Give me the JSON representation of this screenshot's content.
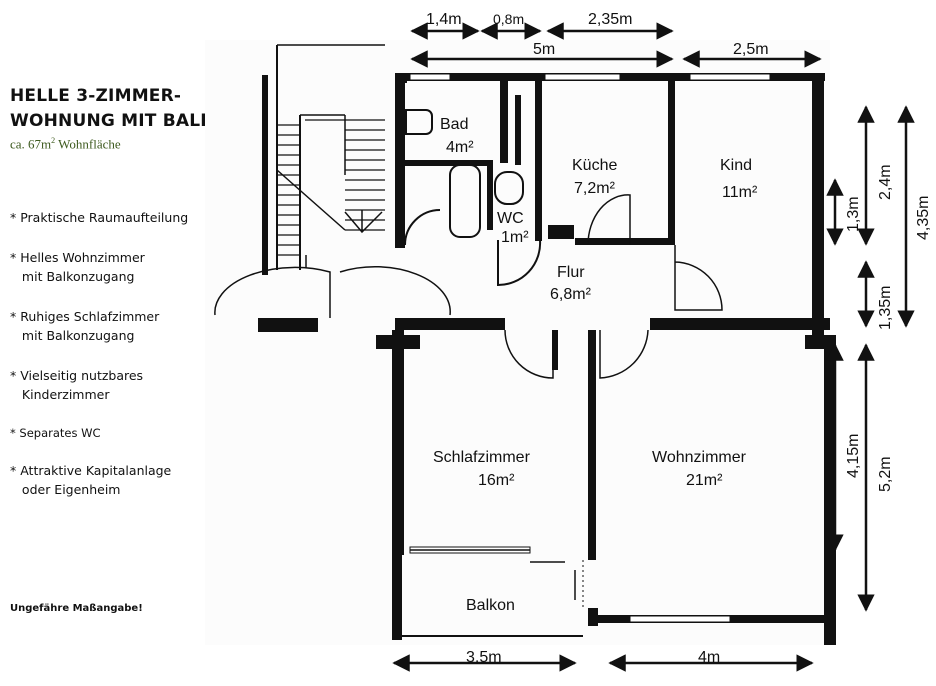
{
  "heading": {
    "line1": "HELLE 3-ZIMMER-",
    "line2": "WOHNUNG MIT BALKON",
    "area_prefix": "ca. 67m",
    "area_sup": "2",
    "area_suffix": " Wohnfläche"
  },
  "features": [
    "* Praktische Raumaufteilung",
    "* Helles Wohnzimmer\n   mit Balkonzugang",
    "* Ruhiges Schlafzimmer\n   mit Balkonzugang",
    "* Vielseitig nutzbares\n   Kinderzimmer",
    "* Separates WC",
    "* Attraktive Kapitalanlage\n   oder Eigenheim"
  ],
  "footnote": "Ungefähre Maßangabe!",
  "rooms": {
    "bad": {
      "name": "Bad",
      "area": "4m²"
    },
    "kueche": {
      "name": "Küche",
      "area": "7,2m²"
    },
    "kind": {
      "name": "Kind",
      "area": "11m²"
    },
    "wc": {
      "name": "WC",
      "area": "1m²"
    },
    "flur": {
      "name": "Flur",
      "area": "6,8m²"
    },
    "schlafzimmer": {
      "name": "Schlafzimmer",
      "area": "16m²"
    },
    "wohnzimmer": {
      "name": "Wohnzimmer",
      "area": "21m²"
    },
    "balkon": {
      "name": "Balkon"
    }
  },
  "dimensions": {
    "top_1": "1,4m",
    "top_2": "0,8m",
    "top_3": "2,35m",
    "top_total": "5m",
    "top_right": "2,5m",
    "right_1": "1,3m",
    "right_2": "2,4m",
    "right_3": "1,35m",
    "right_total": "4,35m",
    "right_4": "4,15m",
    "right_5": "5,2m",
    "bottom_left": "3,5m",
    "bottom_right": "4m"
  }
}
